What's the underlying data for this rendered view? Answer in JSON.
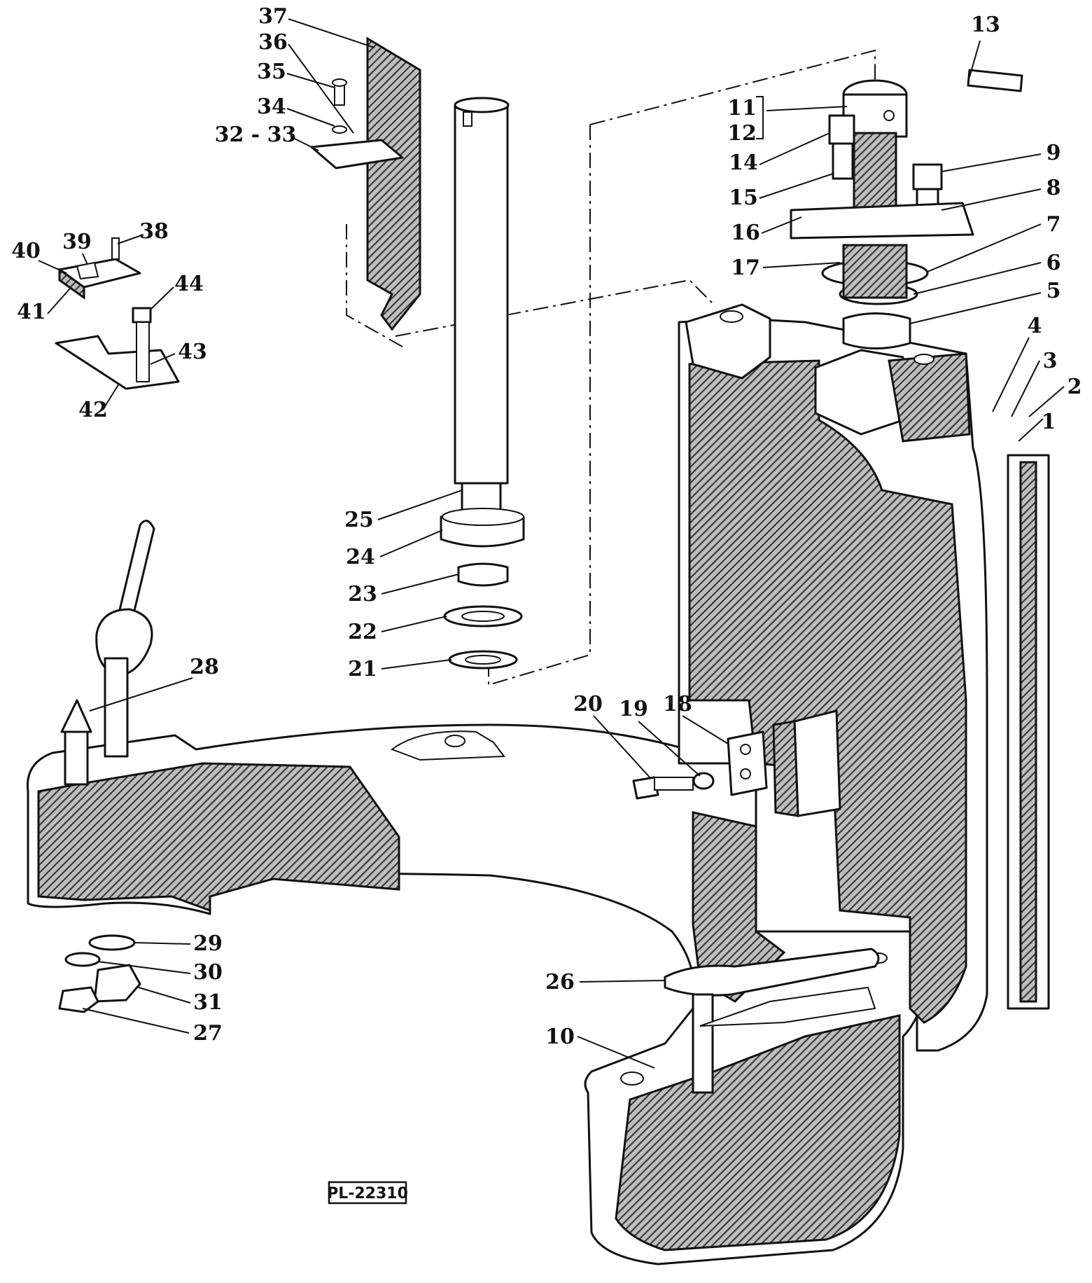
{
  "drawing_code": "PL-22310",
  "labels": {
    "p1": "1",
    "p2": "2",
    "p3": "3",
    "p4": "4",
    "p5": "5",
    "p6": "6",
    "p7": "7",
    "p8": "8",
    "p9": "9",
    "p10": "10",
    "p11": "11",
    "p12": "12",
    "p13": "13",
    "p14": "14",
    "p15": "15",
    "p16": "16",
    "p17": "17",
    "p18": "18",
    "p19": "19",
    "p20": "20",
    "p21": "21",
    "p22": "22",
    "p23": "23",
    "p24": "24",
    "p25": "25",
    "p26": "26",
    "p27": "27",
    "p28": "28",
    "p29": "29",
    "p30": "30",
    "p31": "31",
    "p32_33": "32 - 33",
    "p34": "34",
    "p35": "35",
    "p36": "36",
    "p37": "37",
    "p38": "38",
    "p39": "39",
    "p40": "40",
    "p41": "41",
    "p42": "42",
    "p43": "43",
    "p44": "44"
  },
  "colors": {
    "ink": "#111111",
    "paper": "#ffffff",
    "hatch": "#555555"
  }
}
